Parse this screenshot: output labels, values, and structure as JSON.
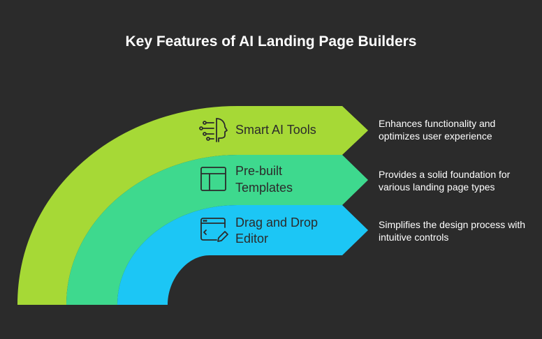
{
  "title": "Key Features of AI Landing Page Builders",
  "features": [
    {
      "label_lines": [
        "Smart AI Tools"
      ],
      "description": "Enhances functionality and optimizes user experience",
      "icon": "ai-head-icon",
      "color": "#a6d936"
    },
    {
      "label_lines": [
        "Pre-built",
        "Templates"
      ],
      "description": "Provides a solid foundation for various landing page types",
      "icon": "template-layout-icon",
      "color": "#3ed98e"
    },
    {
      "label_lines": [
        "Drag and Drop",
        "Editor"
      ],
      "description": "Simplifies the design process with intuitive controls",
      "icon": "editor-window-pencil-icon",
      "color": "#1cc6f5"
    }
  ],
  "colors": {
    "background": "#2b2b2b",
    "text_dark": "#2b2b2b",
    "text_light": "#ffffff"
  }
}
